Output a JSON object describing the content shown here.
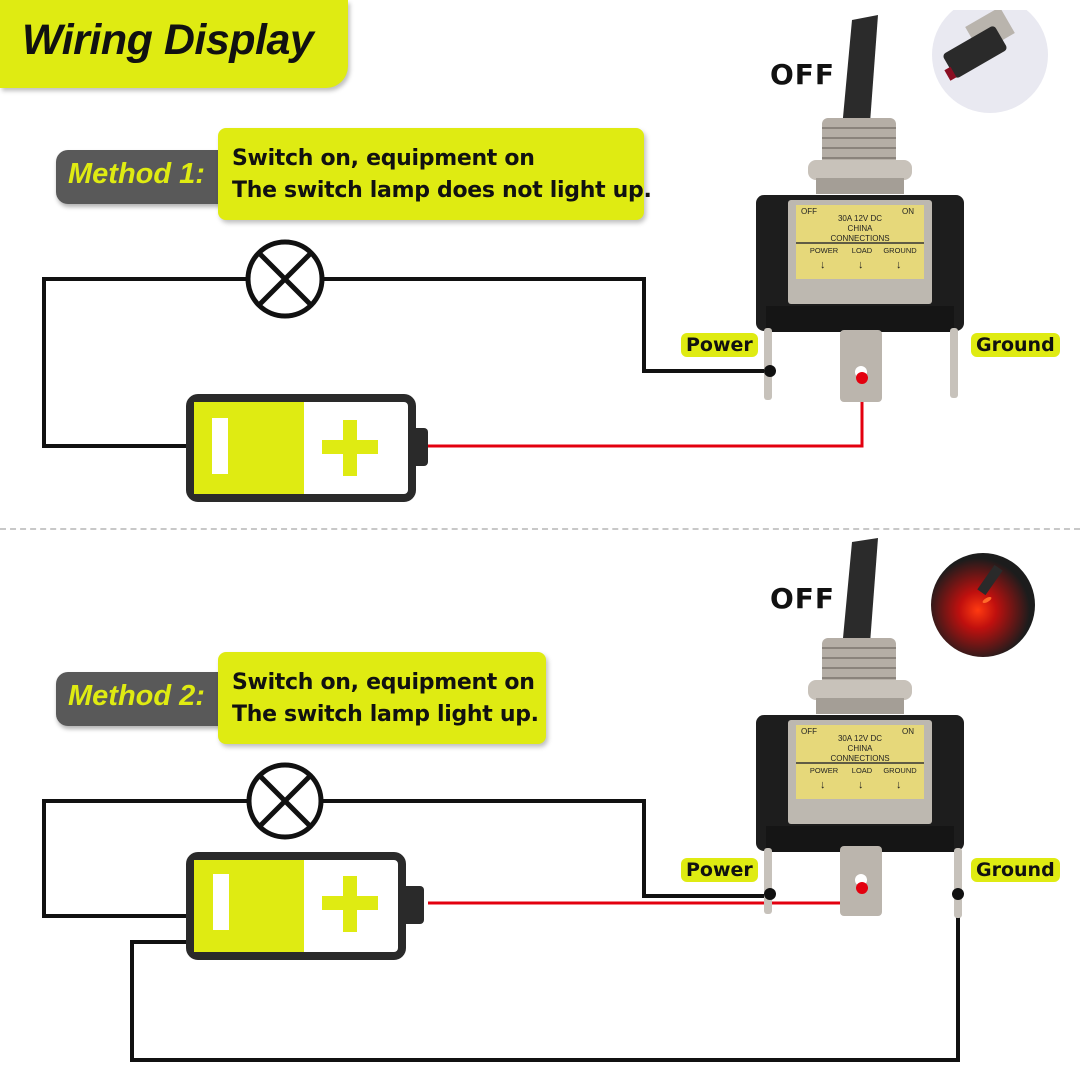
{
  "title": "Wiring Display",
  "colors": {
    "accent": "#dfeb12",
    "pill": "#595959",
    "wire": "#111111",
    "positive_wire": "#e3000f",
    "switch_plate": "#e6d87a"
  },
  "methods": [
    {
      "label": "Method 1:",
      "lines": [
        "Switch on, equipment on",
        "The switch lamp does not light up."
      ],
      "switch_state": "OFF",
      "indicator": "lamp-off-photo",
      "terminals": {
        "left": "Power",
        "right": "Ground"
      }
    },
    {
      "label": "Method 2:",
      "lines": [
        "Switch on, equipment on",
        "The switch lamp light up."
      ],
      "switch_state": "OFF",
      "indicator": "lamp-on-red-glow-photo",
      "terminals": {
        "left": "Power",
        "right": "Ground"
      }
    }
  ],
  "switch_plate": {
    "off": "OFF",
    "on": "ON",
    "rating": "30A  12V DC",
    "origin": "CHINA",
    "heading": "CONNECTIONS",
    "pins": [
      "POWER",
      "LOAD",
      "GROUND"
    ]
  },
  "icons": {
    "lamp": "lamp-symbol-icon",
    "battery": "battery-icon",
    "minus": "minus-sign",
    "plus": "plus-sign"
  }
}
